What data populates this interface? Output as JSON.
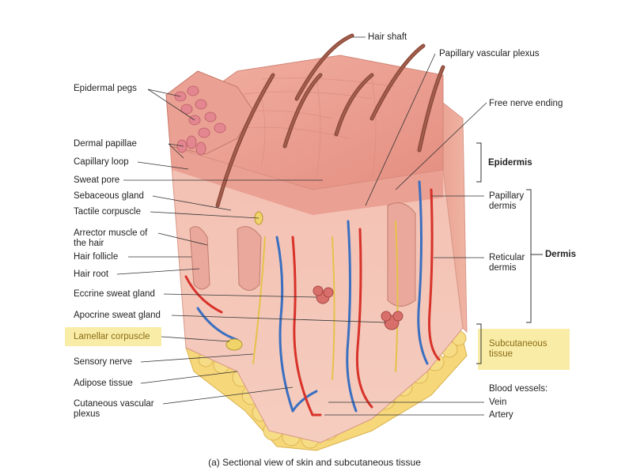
{
  "labels": {
    "hair_shaft": "Hair shaft",
    "papillary_vascular_plexus": "Papillary vascular plexus",
    "free_nerve_ending": "Free nerve ending",
    "epidermal_pegs": "Epidermal pegs",
    "dermal_papillae": "Dermal papillae",
    "capillary_loop": "Capillary loop",
    "sweat_pore": "Sweat pore",
    "sebaceous_gland": "Sebaceous gland",
    "tactile_corpuscle": "Tactile corpuscle",
    "arrector_muscle": "Arrector muscle of the hair",
    "hair_follicle": "Hair follicle",
    "hair_root": "Hair root",
    "eccrine_sweat_gland": "Eccrine sweat gland",
    "apocrine_sweat_gland": "Apocrine sweat gland",
    "lamellar_corpuscle": "Lamellar corpuscle",
    "sensory_nerve": "Sensory nerve",
    "adipose_tissue": "Adipose tissue",
    "cutaneous_vascular_plexus": "Cutaneous vascular plexus",
    "epidermis": "Epidermis",
    "papillary_dermis": "Papillary dermis",
    "reticular_dermis": "Reticular dermis",
    "dermis": "Dermis",
    "subcutaneous_tissue": "Subcutaneous tissue",
    "blood_vessels": "Blood vessels:",
    "vein": "Vein",
    "artery": "Artery"
  },
  "caption": "(a) Sectional view of skin and subcutaneous tissue",
  "colors": {
    "highlight": "#f9eca6",
    "highlight_text": "#8a6d18",
    "epidermis": "#e89a8c",
    "dermis": "#f2b7a8",
    "fat": "#f6d77a",
    "vein": "#3a6fc0",
    "artery": "#d8322a",
    "nerve": "#e6c24a"
  }
}
